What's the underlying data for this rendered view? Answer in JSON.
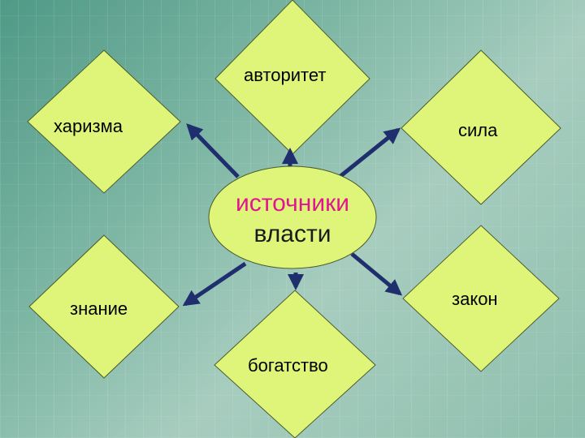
{
  "diagram": {
    "center": {
      "line1": "источники",
      "line2": "власти",
      "line1_color": "#e0168f",
      "line2_color": "#1a1a1a"
    },
    "nodes": {
      "authority": "авторитет",
      "charisma": "харизма",
      "force": "сила",
      "knowledge": "знание",
      "law": "закон",
      "wealth": "богатство"
    },
    "colors": {
      "shape_fill": "#dff57a",
      "arrow": "#1f2f6e"
    }
  }
}
